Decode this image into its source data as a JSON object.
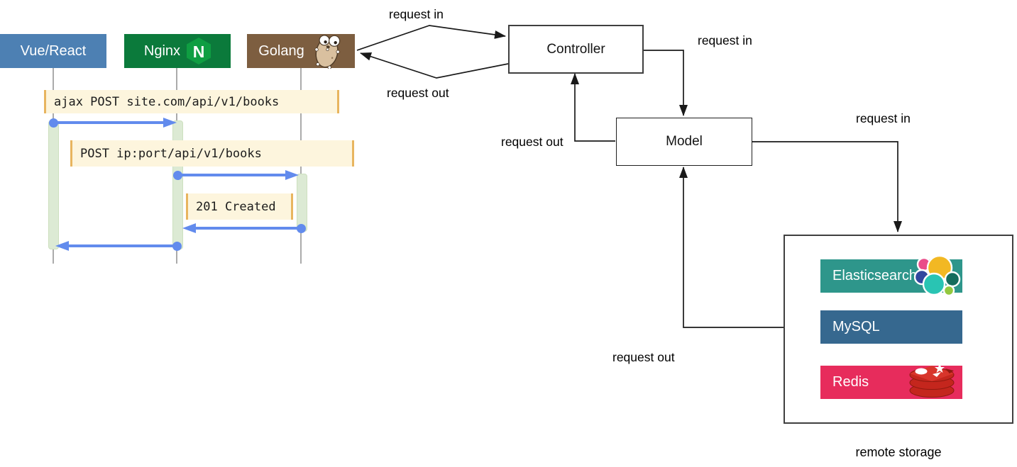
{
  "palette": {
    "arrow": "#628bed",
    "activation": "#dcead4",
    "activation-border": "#cde0bf",
    "msg-bg": "#fdf5dd",
    "msg-border": "#e8b55f",
    "lifeline": "#ababab"
  },
  "sequence": {
    "participants": [
      {
        "label": "Vue/React",
        "color": "#4d80b3",
        "icon": "none"
      },
      {
        "label": "Nginx",
        "color": "#0b7a3b",
        "icon": "nginx-n-hexagon"
      },
      {
        "label": "Golang",
        "color": "#7d5e40",
        "icon": "go-gopher"
      }
    ],
    "messages": [
      "ajax POST site.com/api/v1/books",
      "POST ip:port/api/v1/books",
      "201 Created"
    ]
  },
  "flow": {
    "controller_label": "Controller",
    "model_label": "Model",
    "edge_labels": {
      "golang_controller_in": "request in",
      "controller_golang_out": "request out",
      "controller_model_in": "request in",
      "model_controller_out": "request out",
      "model_storage_in": "request in",
      "storage_model_out": "request out"
    },
    "storage": {
      "caption": "remote storage",
      "services": [
        {
          "label": "Elasticsearch",
          "color": "#2e968b",
          "icon": "elasticsearch-cluster"
        },
        {
          "label": "MySQL",
          "color": "#36688f",
          "icon": "none"
        },
        {
          "label": "Redis",
          "color": "#e72c5c",
          "icon": "redis-stack"
        }
      ]
    }
  }
}
